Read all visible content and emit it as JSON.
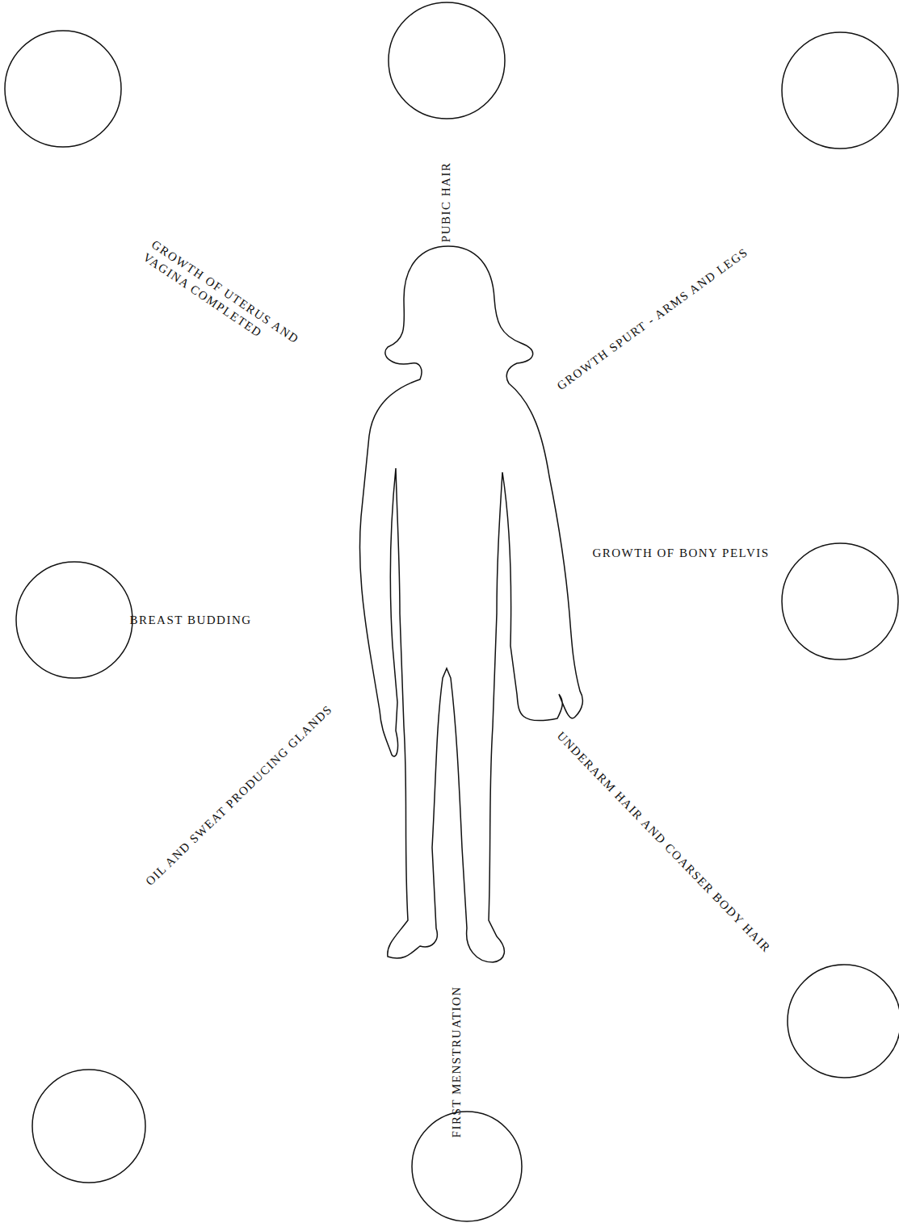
{
  "diagram": {
    "labels": [
      "PUBIC HAIR",
      "GROWTH OF UTERUS AND VAGINA COMPLETED",
      "GROWTH SPURT - ARMS AND LEGS",
      "GROWTH OF BONY PELVIS",
      "BREAST BUDDING",
      "OIL AND SWEAT PRODUCING GLANDS",
      "UNDERARM HAIR AND COARSER BODY HAIR",
      "FIRST MENSTRUATION"
    ]
  }
}
